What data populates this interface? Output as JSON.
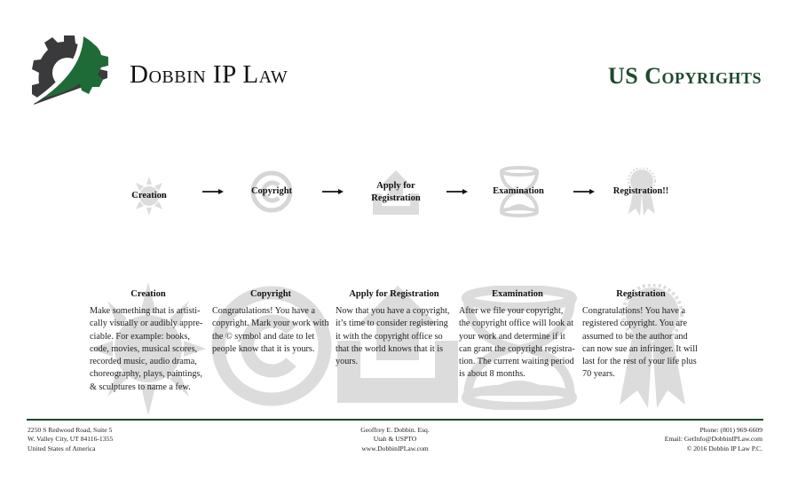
{
  "header": {
    "firm_name": "Dobbin IP Law",
    "document_title": "US Copyrights",
    "brand_colors": {
      "green": "#1d4a2c",
      "gear_gray": "#3a3a3c",
      "icon_gray": "#d3d3d3"
    }
  },
  "flow": {
    "steps": [
      {
        "label": "Creation",
        "icon": "sun-icon"
      },
      {
        "label": "Copyright",
        "icon": "copyright-icon"
      },
      {
        "label": "Apply for Registration",
        "label_line1": "Apply for",
        "label_line2": "Registration",
        "icon": "upload-icon"
      },
      {
        "label": "Examination",
        "icon": "hourglass-icon"
      },
      {
        "label": "Registration!!",
        "icon": "award-ribbon-icon"
      }
    ],
    "connector_icon": "arrow-right-icon"
  },
  "sections": [
    {
      "title": "Creation",
      "body": "Make something that is artisti-cally visually or audibly appre-ciable. For example: books, code, movies, musical scores, recorded music, audio drama, choreography, plays, paintings, & sculptures to name a few."
    },
    {
      "title": "Copyright",
      "body": "Congratulations! You have a copyright. Mark your work with the © symbol and date to let people know that it is yours."
    },
    {
      "title": "Apply for Registration",
      "body": "Now that you have a copyright, it’s time to consider registering it with the copyright office so that the world knows that it is yours."
    },
    {
      "title": "Examination",
      "body": "After we file your copyright, the copyright office will look at your work and determine if it can grant the copyright registra-tion. The current waiting period is about 8 months."
    },
    {
      "title": "Registration",
      "body": "Congratulations! You have a registered copyright. You are assumed to be the author and can now sue an infringer. It will last for the rest of your life plus 70 years."
    }
  ],
  "footer": {
    "address": [
      "2250 S Redwood Road, Suite 5",
      "W. Valley City, UT 84116-1355",
      "United States of America"
    ],
    "attorney": [
      "Geoffrey E. Dobbin. Esq.",
      "Utah & USPTO",
      "www.DobbinIPLaw.com"
    ],
    "contact": [
      "Phone: (801) 969-6609",
      "Email: GetInfo@DobbinIPLaw.com",
      "© 2016 Dobbin IP Law P.C."
    ]
  }
}
